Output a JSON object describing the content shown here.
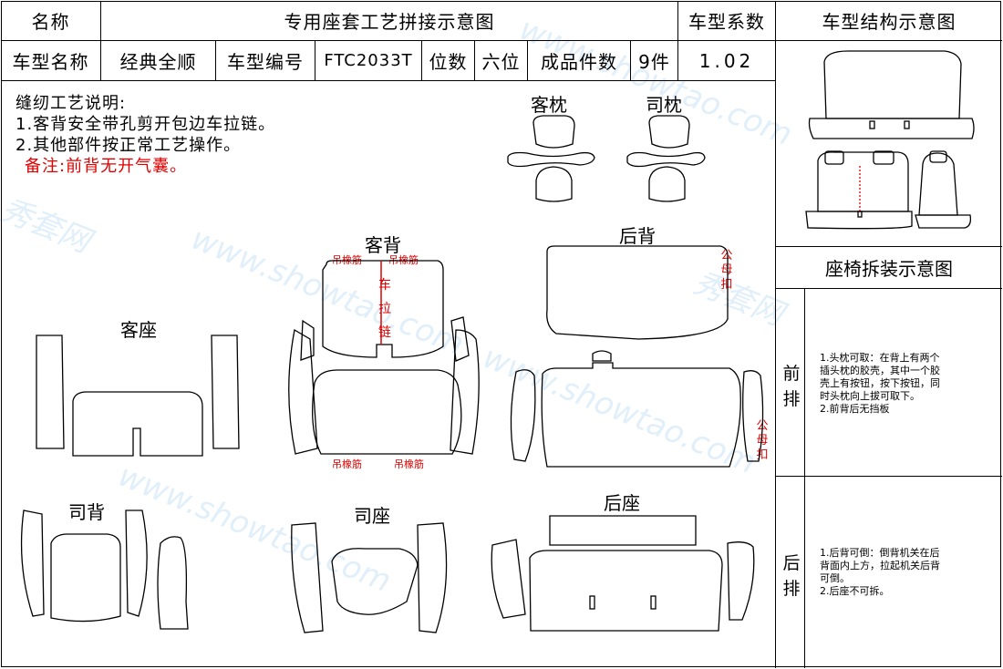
{
  "header": {
    "name_label": "名称",
    "title": "专用座套工艺拼接示意图",
    "coef_label": "车型系数",
    "structure_label": "车型结构示意图"
  },
  "info_row": {
    "model_name_label": "车型名称",
    "model_name": "经典全顺",
    "model_no_label": "车型编号",
    "model_no": "FTC2033T",
    "seats_label": "位数",
    "seats": "六位",
    "pieces_label": "成品件数",
    "pieces": "9件",
    "coef": "1.02"
  },
  "notes": {
    "heading": "缝纫工艺说明:",
    "line1": "1.客背安全带孔剪开包边车拉链。",
    "line2": "2.其他部件按正常工艺操作。",
    "remark": "备注:前背无开气囊。"
  },
  "parts": {
    "passenger_headrest": "客枕",
    "driver_headrest": "司枕",
    "passenger_back": "客背",
    "rear_back": "后背",
    "passenger_seat": "客座",
    "driver_back": "司背",
    "driver_seat": "司座",
    "rear_seat": "后座"
  },
  "annotations": {
    "elastic": "吊橡筋",
    "zipper": "车拉链",
    "snap": "公母扣"
  },
  "side_panel": {
    "disassembly_label": "座椅拆装示意图",
    "front_row": "前排",
    "rear_row": "后排",
    "front_notes": [
      "1.头枕可取：在背上有两个",
      "插头枕的胶壳，其中一个胶",
      "壳上有按钮，按下按钮，同",
      "时头枕向上拔可取下。",
      "2.前背后无挡板"
    ],
    "rear_notes": [
      "1.后背可倒：倒背机关在后",
      "背面内上方，拉起机关后背",
      "可倒。",
      "2.后座不可拆。"
    ]
  },
  "watermark": "www.showtao.com",
  "watermark_brand": "秀套网",
  "colors": {
    "annotation": "#e00000",
    "line": "#000000"
  }
}
